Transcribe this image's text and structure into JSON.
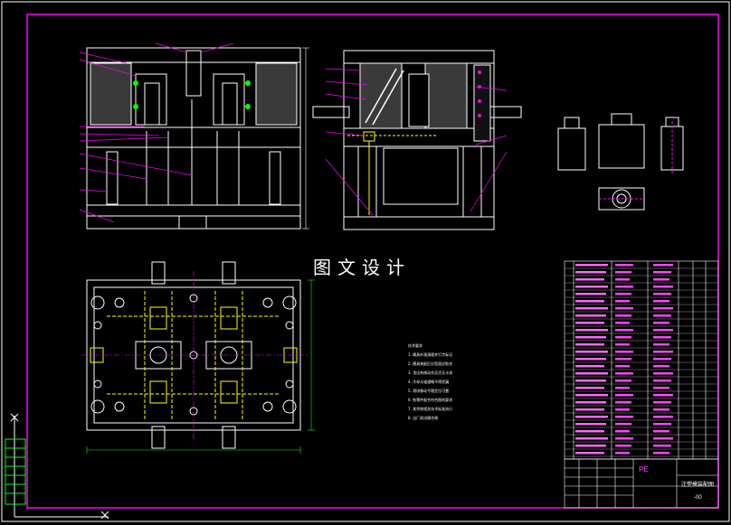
{
  "drawing": {
    "watermark": "图文设计",
    "material": "PE",
    "part_name": "注塑模装配图",
    "sheet_no": "-00"
  },
  "colors": {
    "background": "#000000",
    "outline": "#ffffff",
    "border": "#ff00ff",
    "part": "#ffff00",
    "leader": "#ff00ff",
    "grid": "#00ff00",
    "dimension": "#00ffff"
  },
  "notes": [
    "技术要求",
    "1. 模具外观清理并打字标记",
    "2. 模具装配后分型面应贴合",
    "3. 顶出系统动作灵活无卡滞",
    "4. 冷却水道通畅不得泄漏",
    "5. 滑块移动平稳定位可靠",
    "6. 各零件配合符合图纸要求",
    "7. 其余按相关技术标准执行",
    "8. 出厂前试模合格"
  ]
}
